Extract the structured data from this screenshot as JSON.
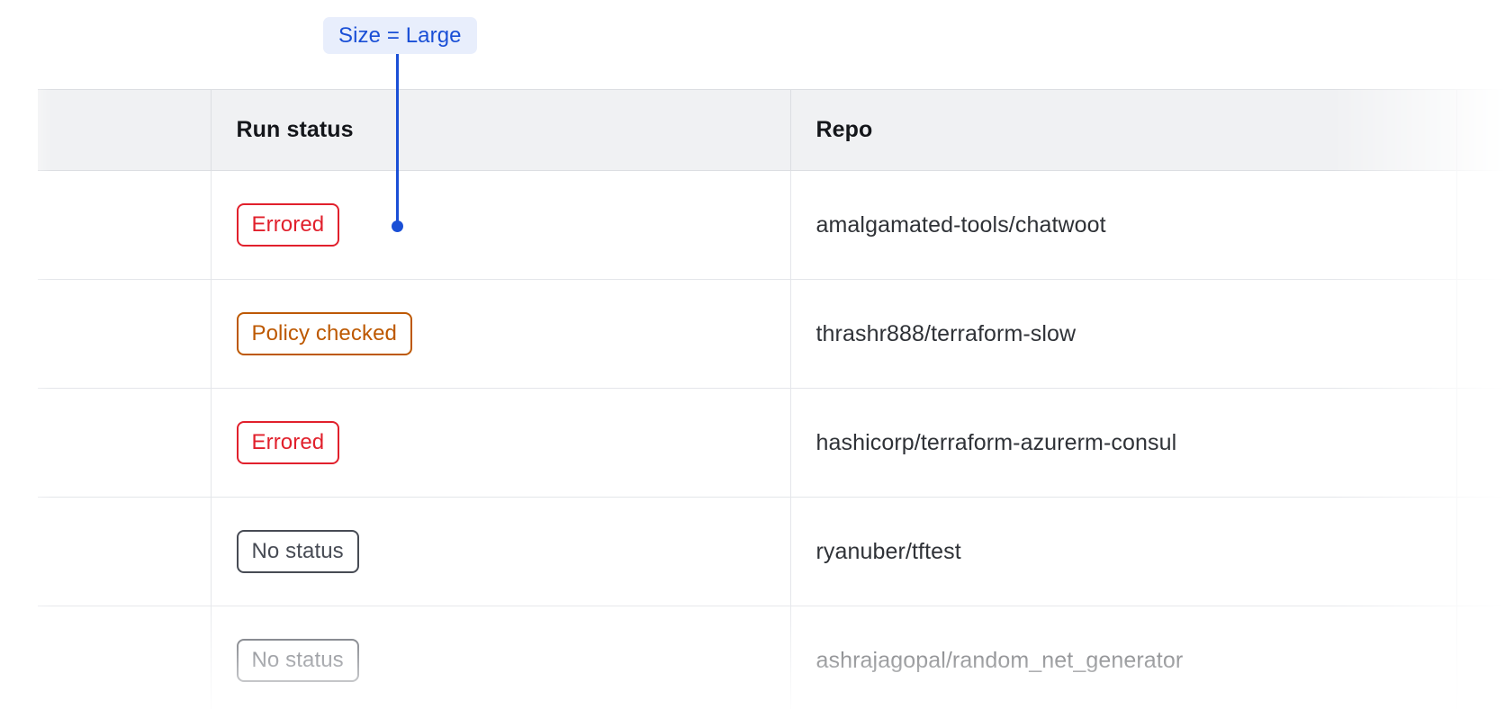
{
  "annotation": {
    "label": "Size = Large",
    "text_color": "#1a4fd6",
    "background_color": "#e8eefc",
    "pointer_color": "#1a4fd6",
    "pointer_target": "run-status-cell-row-1"
  },
  "table": {
    "columns": [
      {
        "key": "select",
        "label": ""
      },
      {
        "key": "status",
        "label": "Run status"
      },
      {
        "key": "repo",
        "label": "Repo"
      },
      {
        "key": "extra",
        "label": ""
      }
    ],
    "header_background": "#f0f1f3",
    "rows": [
      {
        "status": "Errored",
        "status_variant": "errored",
        "status_color": "#e1202c",
        "repo": "amalgamated-tools/chatwoot"
      },
      {
        "status": "Policy checked",
        "status_variant": "policy-checked",
        "status_color": "#bd5800",
        "repo": "thrashr888/terraform-slow"
      },
      {
        "status": "Errored",
        "status_variant": "errored",
        "status_color": "#e1202c",
        "repo": "hashicorp/terraform-azurerm-consul"
      },
      {
        "status": "No status",
        "status_variant": "no-status",
        "status_color": "#474b54",
        "repo": "ryanuber/tftest"
      },
      {
        "status": "No status",
        "status_variant": "no-status",
        "status_color": "#474b54",
        "repo": "ashrajagopal/random_net_generator"
      }
    ]
  }
}
